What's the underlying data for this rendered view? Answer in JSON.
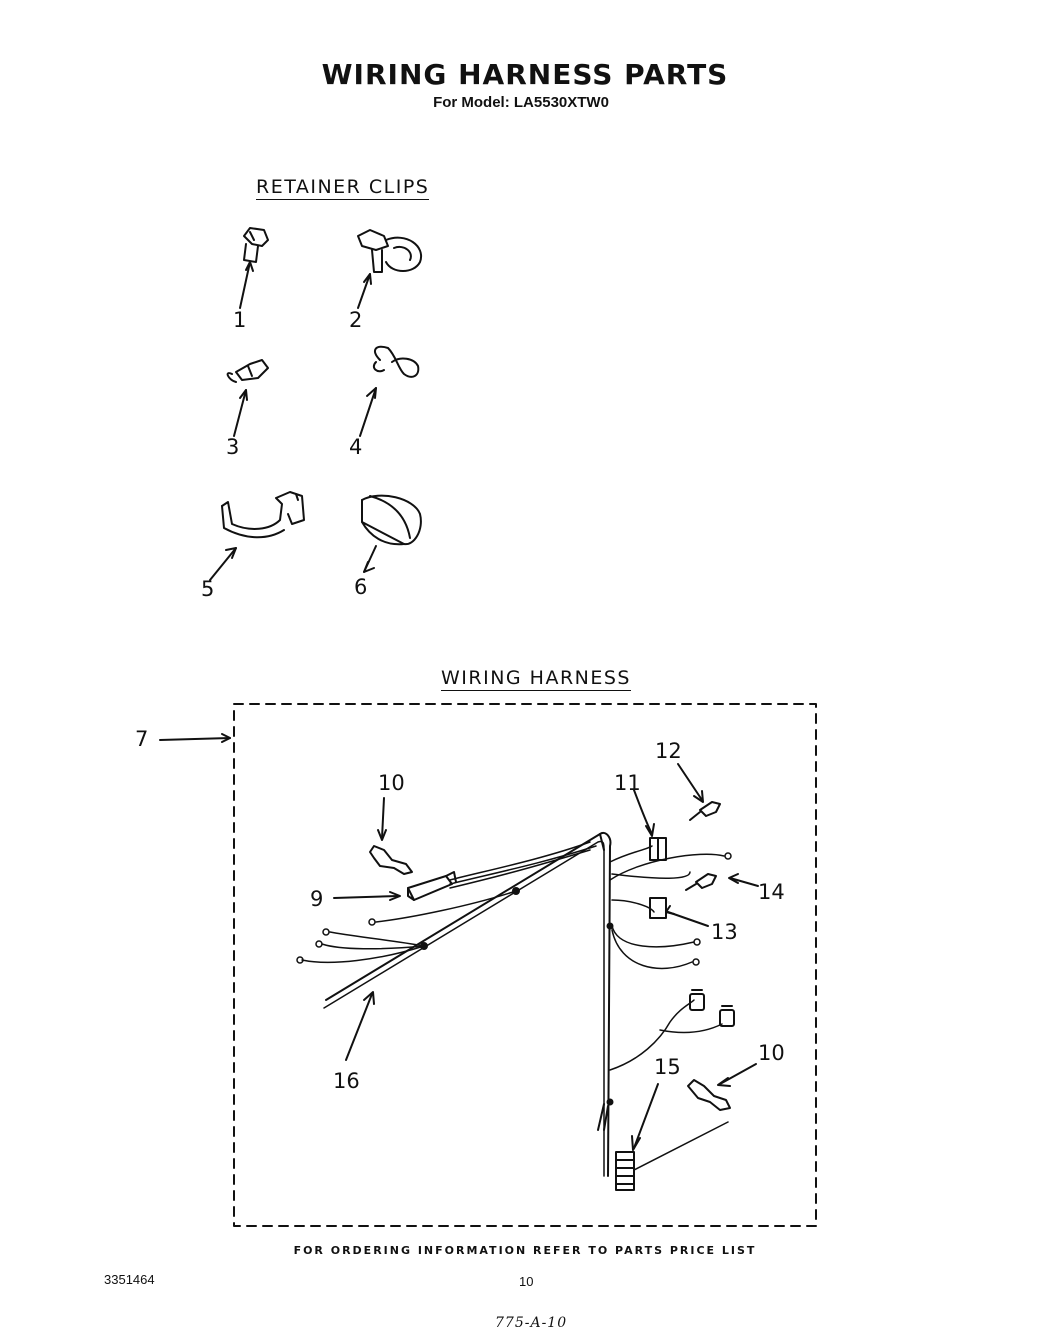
{
  "header": {
    "title": "WIRING HARNESS PARTS",
    "subtitle": "For Model: LA5530XTW0"
  },
  "sections": {
    "retainer_clips": "RETAINER CLIPS",
    "wiring_harness": "WIRING HARNESS"
  },
  "callouts": {
    "c1": "1",
    "c2": "2",
    "c3": "3",
    "c4": "4",
    "c5": "5",
    "c6": "6",
    "c7": "7",
    "c9": "9",
    "c10a": "10",
    "c10b": "10",
    "c11": "11",
    "c12": "12",
    "c13": "13",
    "c14": "14",
    "c15": "15",
    "c16": "16"
  },
  "footer": {
    "ordering": "FOR ORDERING INFORMATION REFER TO PARTS PRICE LIST",
    "doc_number": "3351464",
    "page": "10",
    "code": "775-A-10"
  }
}
